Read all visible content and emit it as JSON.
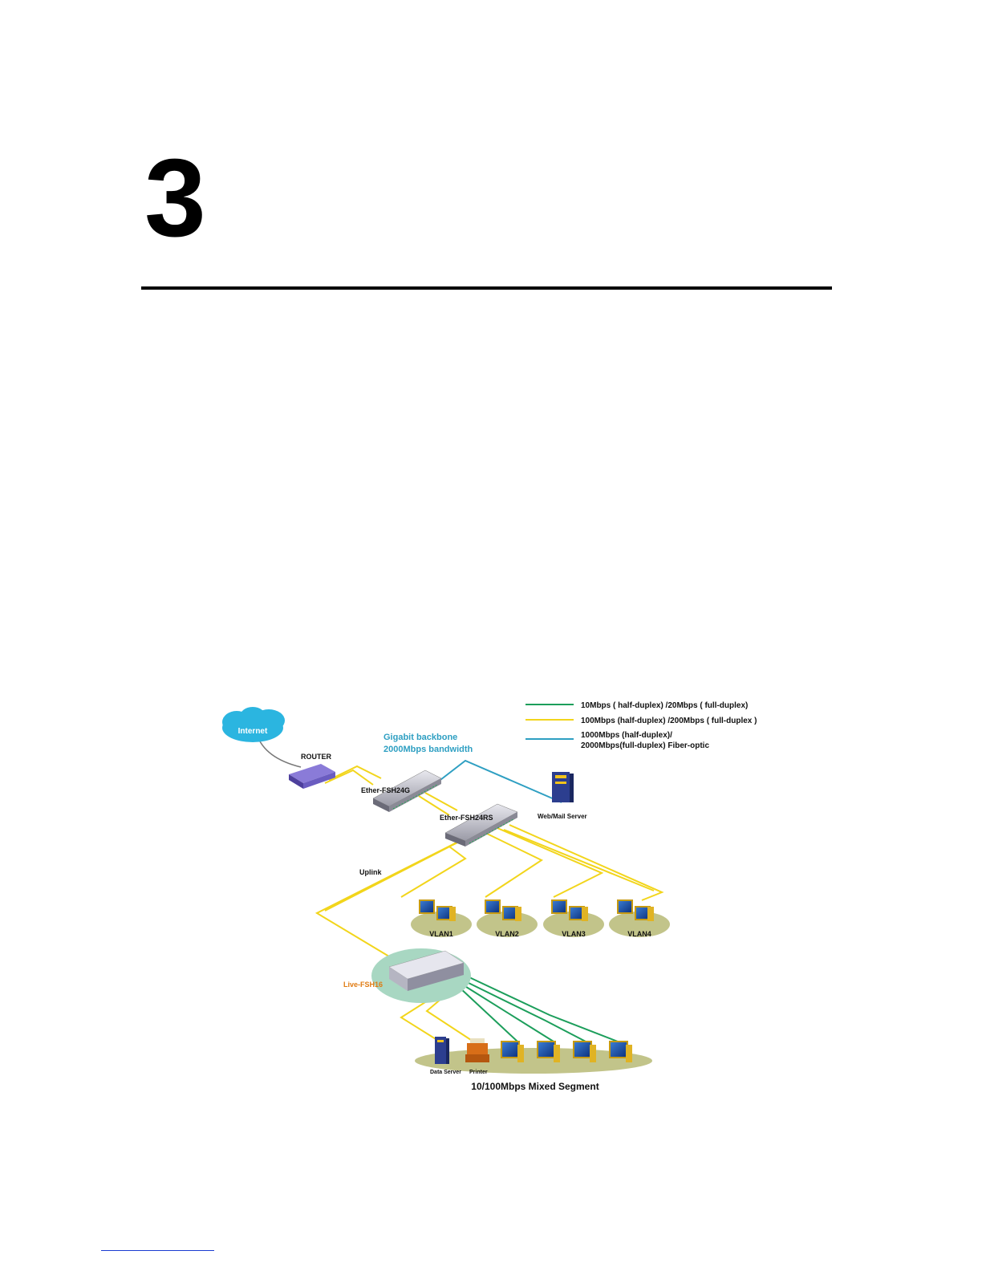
{
  "chapter": {
    "number": "3"
  },
  "diagram": {
    "legend": [
      {
        "text": "10Mbps ( half-duplex) /20Mbps ( full-duplex)",
        "color": "#1c9e5b"
      },
      {
        "text": "100Mbps (half-duplex) /200Mbps ( full-duplex )",
        "color": "#f2d51b"
      },
      {
        "text": "1000Mbps (half-duplex)/",
        "text2": "2000Mbps(full-duplex) Fiber-optic",
        "color": "#2e9fc2"
      }
    ],
    "cloud_label": "Internet",
    "router_label": "ROUTER",
    "backbone_label_1": "Gigabit  backbone",
    "backbone_label_2": "2000Mbps bandwidth",
    "switch1_label": "Ether-FSH24G",
    "switch2_label": "Ether-FSH24RS",
    "server_label": "Web/Mail Server",
    "uplink_label": "Uplink",
    "vlans": [
      "VLAN1",
      "VLAN2",
      "VLAN3",
      "VLAN4"
    ],
    "hub_label": "Live-FSH16",
    "data_server_label": "Data Server",
    "printer_label": "Printer",
    "segment_label": "10/100Mbps Mixed Segment"
  }
}
